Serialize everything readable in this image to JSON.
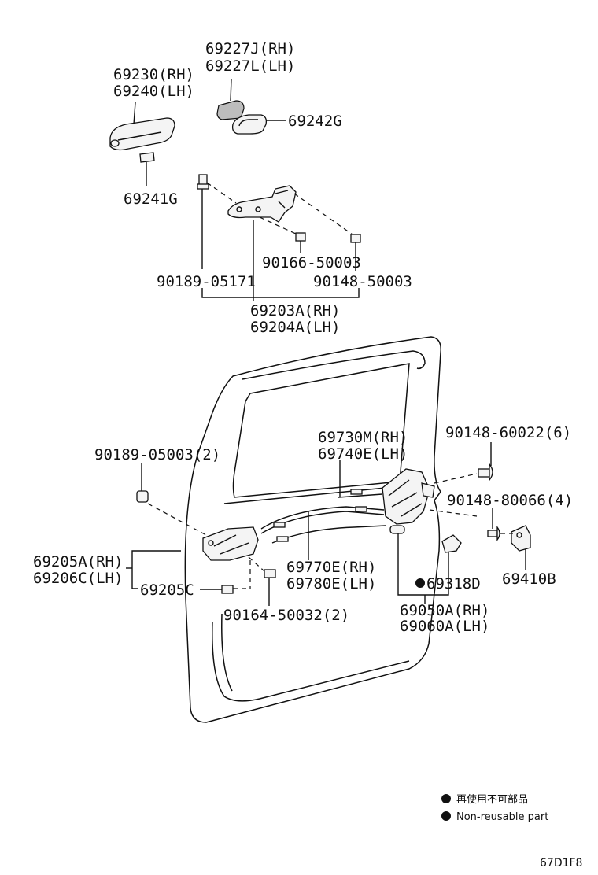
{
  "labels": {
    "p69227J": "69227J(RH)",
    "p69227L": "69227L(LH)",
    "p69230": "69230(RH)",
    "p69240": "69240(LH)",
    "p69242G": "69242G",
    "p69241G": "69241G",
    "p90166": "90166-50003",
    "p90189_05171": "90189-05171",
    "p90148_50003": "90148-50003",
    "p69203A": "69203A(RH)",
    "p69204A": "69204A(LH)",
    "p69730M": "69730M(RH)",
    "p69740E": "69740E(LH)",
    "p90148_60022": "90148-60022(6)",
    "p90189_05003": "90189-05003(2)",
    "p90148_80066": "90148-80066(4)",
    "p69205A": "69205A(RH)",
    "p69206C": "69206C(LH)",
    "p69205C": "69205C",
    "p69770E": "69770E(RH)",
    "p69780E": "69780E(LH)",
    "p69318D": "69318D",
    "p69410B": "69410B",
    "p90164": "90164-50032(2)",
    "p69050A": "69050A(RH)",
    "p69060A": "69060A(LH)"
  },
  "legend": {
    "line_jp": "再使用不可部品",
    "line_en": "Non-reusable part"
  },
  "diagram_code": "67D1F8"
}
